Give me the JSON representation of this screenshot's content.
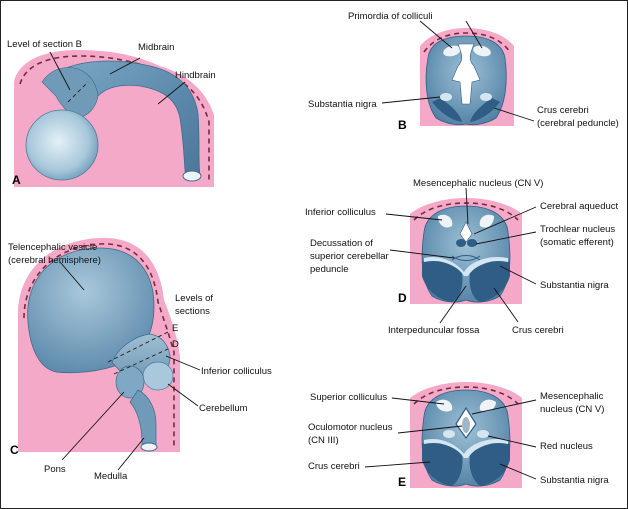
{
  "colors": {
    "mesenchyme": "#f4a9c8",
    "neural_tube": "#5f8fb0",
    "neural_tube_light": "#b8d4e3",
    "neural_tube_dark": "#2f5d86",
    "ventricle": "#eef3f7",
    "dashes": "#7a2a3a"
  },
  "panels": {
    "A": {
      "letter": "A",
      "labels": {
        "section_b": "Level of section B",
        "midbrain": "Midbrain",
        "hindbrain": "Hindbrain"
      }
    },
    "B": {
      "letter": "B",
      "labels": {
        "primordia": "Primordia of colliculi",
        "substantia_nigra": "Substantia nigra",
        "crus_1": "Crus cerebri",
        "crus_2": "(cerebral peduncle)"
      }
    },
    "C": {
      "letter": "C",
      "labels": {
        "telen_1": "Telencephalic vesicle",
        "telen_2": "(cerebral hemisphere)",
        "levels_1": "Levels of",
        "levels_2": "sections",
        "level_e": "E",
        "level_d": "D",
        "inferior_colliculus": "Inferior colliculus",
        "cerebellum": "Cerebellum",
        "pons": "Pons",
        "medulla": "Medulla"
      }
    },
    "D": {
      "letter": "D",
      "labels": {
        "mesencephalic": "Mesencephalic nucleus (CN V)",
        "inferior_colliculus": "Inferior colliculus",
        "cerebral_aqueduct": "Cerebral aqueduct",
        "trochlear_1": "Trochlear nucleus",
        "trochlear_2": "(somatic efferent)",
        "decussation_1": "Decussation of",
        "decussation_2": "superior cerebellar",
        "decussation_3": "peduncle",
        "substantia_nigra": "Substantia nigra",
        "interpeduncular": "Interpeduncular fossa",
        "crus_cerebri": "Crus cerebri"
      }
    },
    "E": {
      "letter": "E",
      "labels": {
        "superior_colliculus": "Superior colliculus",
        "mesencephalic_1": "Mesencephalic",
        "mesencephalic_2": "nucleus (CN V)",
        "oculomotor_1": "Oculomotor nucleus",
        "oculomotor_2": "(CN III)",
        "red_nucleus": "Red nucleus",
        "crus_cerebri": "Crus cerebri",
        "substantia_nigra": "Substantia nigra"
      }
    }
  }
}
